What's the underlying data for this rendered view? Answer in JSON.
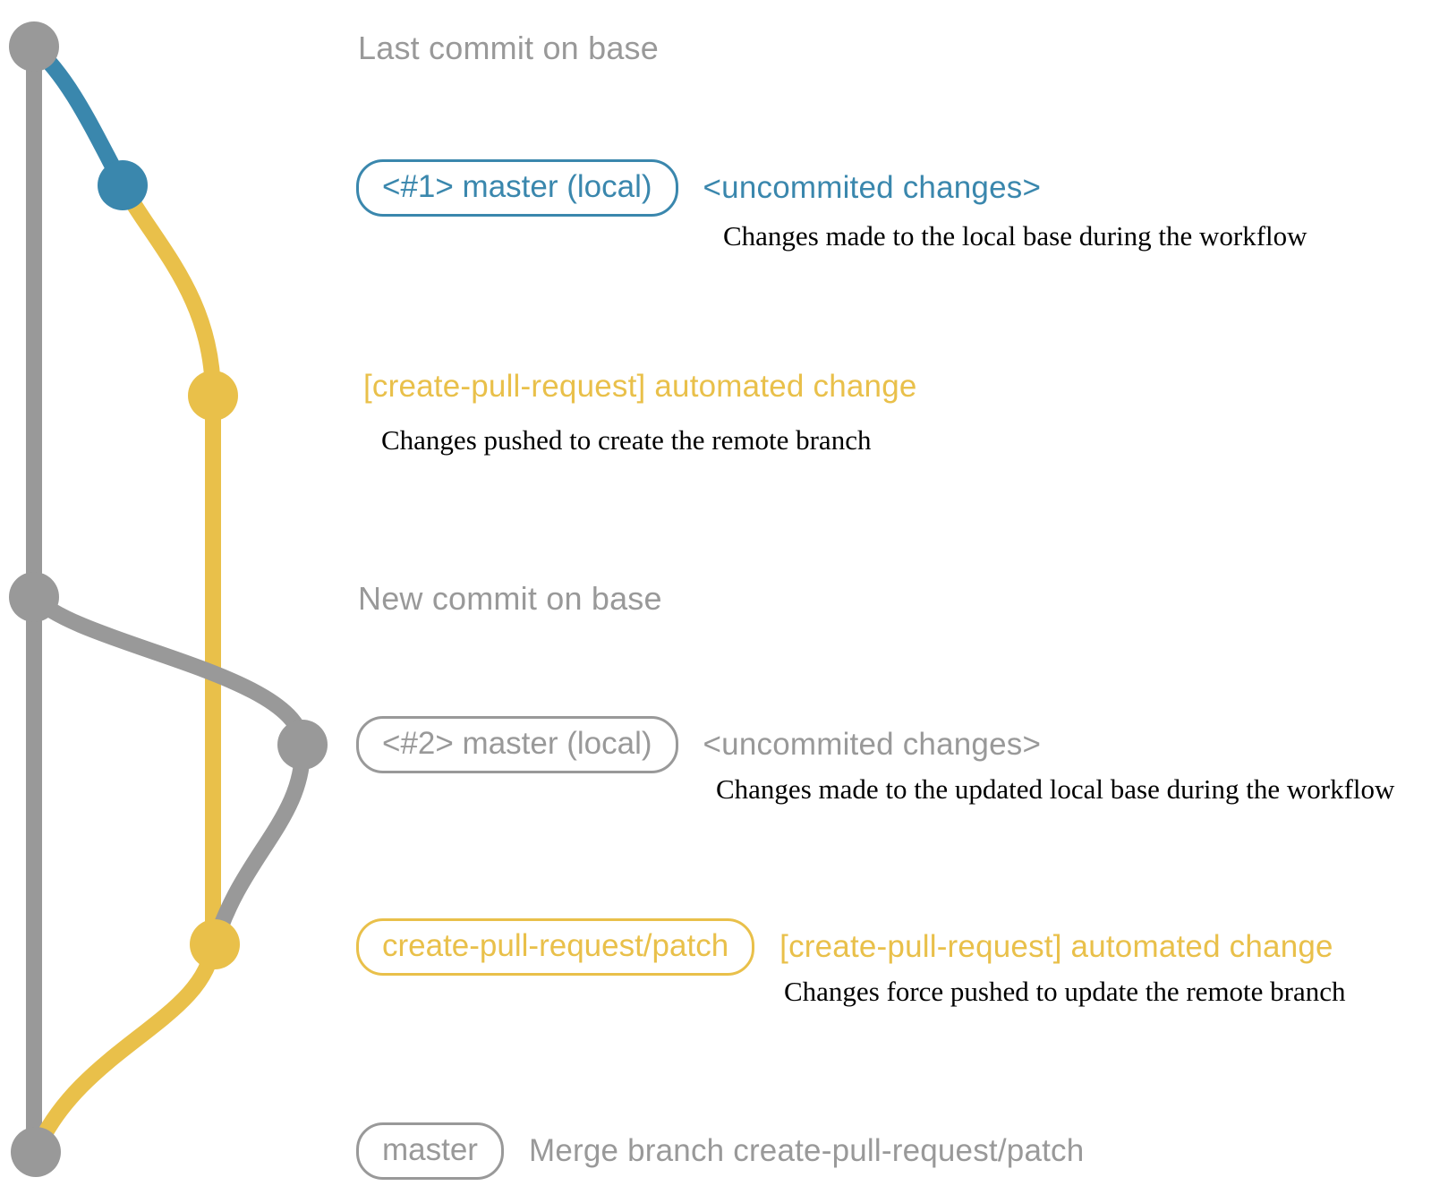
{
  "colors": {
    "background": "#ffffff",
    "gray": "#999999",
    "blue": "#3a87ad",
    "yellow": "#e9c04a",
    "caption": "#000000"
  },
  "graph": {
    "type": "git-commit-graph",
    "branch_names_visible": [
      "master (local)",
      "create-pull-request/patch",
      "master"
    ],
    "commits": [
      {
        "message": "Last commit on base",
        "branch_color": "gray",
        "badge": null,
        "caption": null
      },
      {
        "badge": "<#1> master (local)",
        "message": "<uncommited changes>",
        "caption": "Changes made to the local base during the workflow",
        "branch_color": "blue"
      },
      {
        "badge": null,
        "message": "[create-pull-request] automated change",
        "caption": "Changes pushed to create the remote branch",
        "branch_color": "yellow"
      },
      {
        "message": "New commit on base",
        "branch_color": "gray",
        "badge": null,
        "caption": null
      },
      {
        "badge": "<#2> master (local)",
        "message": "<uncommited changes>",
        "caption": "Changes made to the updated local base during the workflow",
        "branch_color": "gray"
      },
      {
        "badge": "create-pull-request/patch",
        "message": "[create-pull-request] automated change",
        "caption": "Changes force pushed to update the remote branch",
        "branch_color": "yellow"
      },
      {
        "badge": "master",
        "message": "Merge branch create-pull-request/patch",
        "branch_color": "gray",
        "caption": null
      }
    ]
  }
}
